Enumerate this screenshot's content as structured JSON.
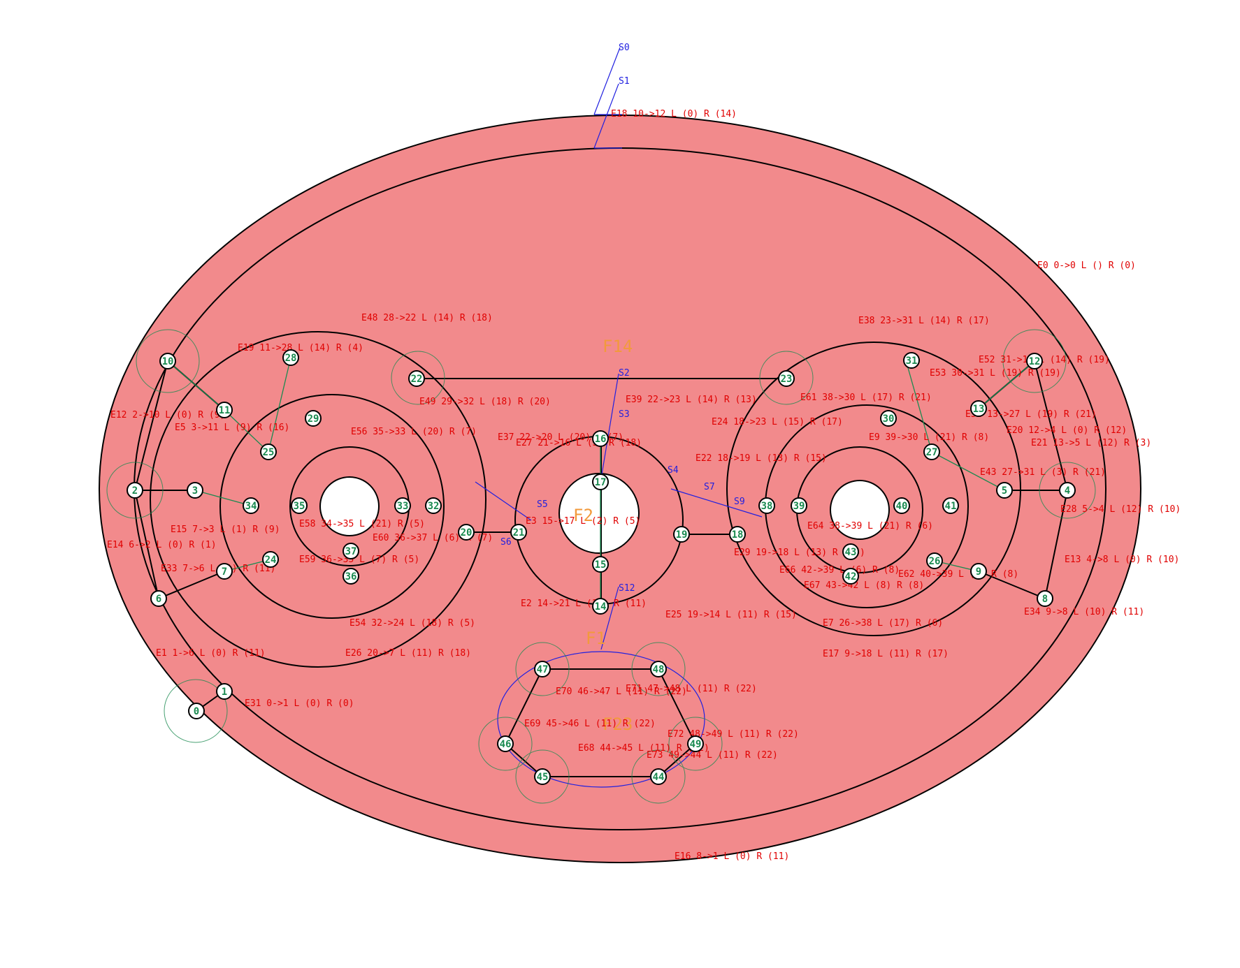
{
  "colors": {
    "face_fill": "#f28a8c",
    "hole_fill": "#ffffff",
    "edge_label": "#e00000",
    "face_label": "#f29a3c",
    "segment": "#2020e0",
    "node_ring": "#1a8a50",
    "stroke": "#000000"
  },
  "face_labels": {
    "f14": "F14",
    "f2": "F2",
    "f1": "F1",
    "f23": "F23"
  },
  "segment_labels": {
    "s0": "S0",
    "s1": "S1",
    "s2": "S2",
    "s3": "S3",
    "s4": "S4",
    "s5": "S5",
    "s6": "S6",
    "s7": "S7",
    "s9": "S9",
    "s12": "S12"
  },
  "edge_labels": {
    "e0": "E0 0->0 L () R (0)",
    "e1": "E1 1->6 L (0) R (11)",
    "e2": "E2 14->21 L (11) R (11)",
    "e3": "E3 15->17 L (2) R (5)",
    "e5": "E5 3->11 L (9) R (16)",
    "e7": "E7 26->38 L (17) R (6)",
    "e9": "E9 39->30 L (21) R (8)",
    "e12": "E12 2->10 L (0) R (9)",
    "e13": "E13 4->8 L (0) R (10)",
    "e14": "E14 6->2 L (0) R (1)",
    "e15": "E15 7->3 L (1) R (9)",
    "e16": "E16 8->1 L (0) R (11)",
    "e17": "E17 9->18 L (11) R (17)",
    "e18": "E18 10->12 L (0) R (14)",
    "e19": "E19 11->28 L (14) R (4)",
    "e20": "E20 12->4 L (0) R (12)",
    "e21": "E21 13->5 L (12) R (3)",
    "e22": "E22 18->19 L (13) R (15)",
    "e24": "E24 18->23 L (15) R (17)",
    "e25": "E25 19->14 L (11) R (15)",
    "e26": "E26 20->7 L (11) R (18)",
    "e27": "E27 21->16 L (5) R (18)",
    "e28": "E28 5->4 L (12) R (10)",
    "e29": "E29 19->18 L (13) R (15)",
    "e31": "E31 0->1 L (0) R (0)",
    "e33": "E33 7->6 L (1) R (11)",
    "e34": "E34 9->8 L (10) R (11)",
    "e37": "E37 22->20 L (20) R (7)",
    "e38": "E38 23->31 L (14) R (17)",
    "e39": "E39 22->23 L (14) R (13)",
    "e43": "E43 27->31 L (3) R (21)",
    "e48": "E48 28->22 L (14) R (18)",
    "e49": "E49 29->32 L (18) R (20)",
    "e51": "E51 13->27 L (19) R (21)",
    "e52": "E52 31->12 L (14) R (19)",
    "e53": "E53 30->31 L (19) R (19)",
    "e54": "E54 32->24 L (18) R (5)",
    "e56": "E56 35->33 L (20) R (7)",
    "e58": "E58 34->35 L (21) R (5)",
    "e59": "E59 36->35 L (7) R (5)",
    "e60": "E60 36->37 L (6) R (7)",
    "e61": "E61 38->30 L (17) R (21)",
    "e62": "E62 40->39 L (6) R (8)",
    "e64": "E64 38->39 L (21) R (6)",
    "e66": "E66 42->39 L (6) R (8)",
    "e67": "E67 43->42 L (8) R (8)",
    "e68": "E68 44->45 L (11) R (22)",
    "e69": "E69 45->46 L (11) R (22)",
    "e70": "E70 46->47 L (11) R (22)",
    "e71": "E71 47->48 L (11) R (22)",
    "e72": "E72 48->49 L (11) R (22)",
    "e73": "E73 49->44 L (11) R (22)"
  },
  "nodes": [
    "0",
    "1",
    "2",
    "3",
    "4",
    "5",
    "6",
    "7",
    "8",
    "9",
    "10",
    "11",
    "12",
    "13",
    "14",
    "15",
    "16",
    "17",
    "18",
    "19",
    "20",
    "21",
    "22",
    "23",
    "24",
    "25",
    "26",
    "27",
    "28",
    "29",
    "30",
    "31",
    "32",
    "33",
    "34",
    "35",
    "36",
    "37",
    "38",
    "39",
    "40",
    "41",
    "42",
    "43",
    "44",
    "45",
    "46",
    "47",
    "48",
    "49"
  ]
}
